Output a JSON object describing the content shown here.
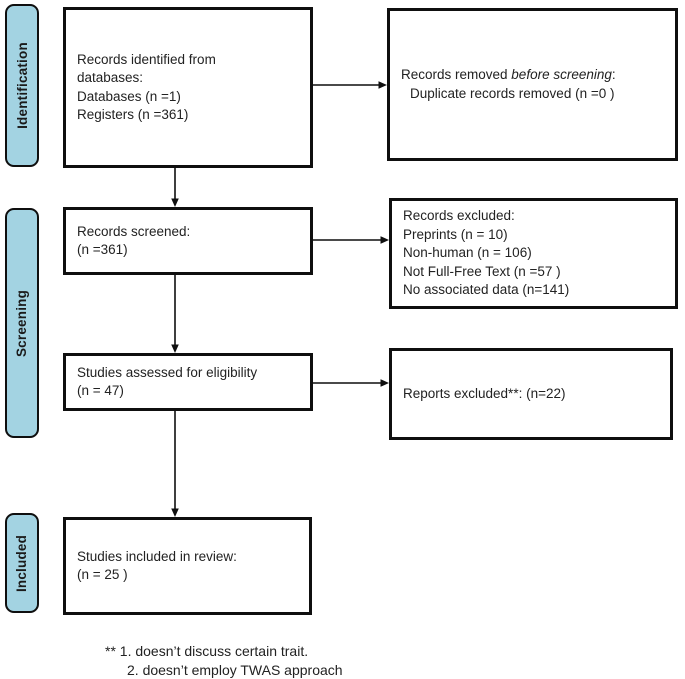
{
  "sidebar": {
    "fill_color": "#A3D3E2",
    "stages": [
      {
        "label": "Identification"
      },
      {
        "label": "Screening"
      },
      {
        "label": "Included"
      }
    ]
  },
  "boxes": {
    "identified": {
      "lines": [
        "Records identified from",
        "databases:",
        "Databases (n =1)",
        "Registers (n =361)"
      ]
    },
    "removed": {
      "line1_prefix": "Records removed ",
      "line1_italic": "before screening",
      "line1_suffix": ":",
      "line2": "Duplicate records removed  (n =0 )"
    },
    "screened": {
      "lines": [
        "Records screened:",
        "(n =361)"
      ]
    },
    "excluded": {
      "lines": [
        "Records excluded:",
        "Preprints (n = 10)",
        "Non-human (n = 106)",
        "Not Full-Free Text (n =57 )",
        "No associated data (n=141)"
      ]
    },
    "assessed": {
      "lines": [
        "Studies assessed for eligibility",
        "(n = 47)"
      ]
    },
    "reports_excluded": {
      "lines": [
        "Reports excluded**: (n=22)"
      ]
    },
    "included": {
      "lines": [
        "Studies included in review:",
        "(n = 25 )"
      ]
    }
  },
  "footnote": {
    "marker": "**",
    "lines": [
      "1. doesn’t discuss certain trait.",
      "2. doesn’t employ TWAS approach"
    ]
  }
}
